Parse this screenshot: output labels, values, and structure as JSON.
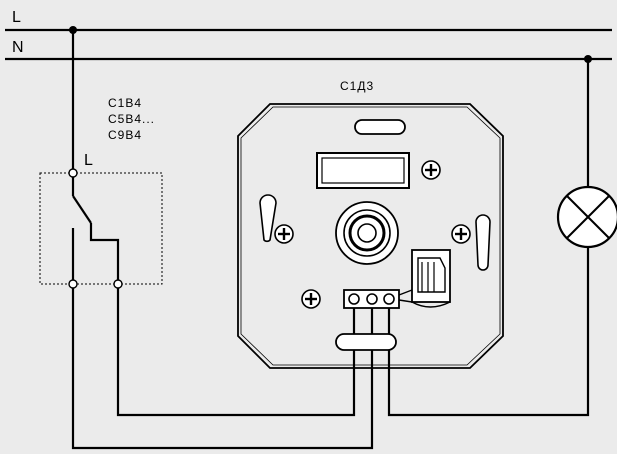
{
  "lines": {
    "l_label": "L",
    "n_label": "N"
  },
  "switch_box": {
    "l_label": "L",
    "models": [
      "C1B4",
      "C5B4...",
      "C9B4"
    ]
  },
  "dimmer": {
    "model": "C1Д3"
  },
  "icons": [
    "screw-icon",
    "lamp-icon",
    "knob-icon",
    "terminal-icon"
  ]
}
